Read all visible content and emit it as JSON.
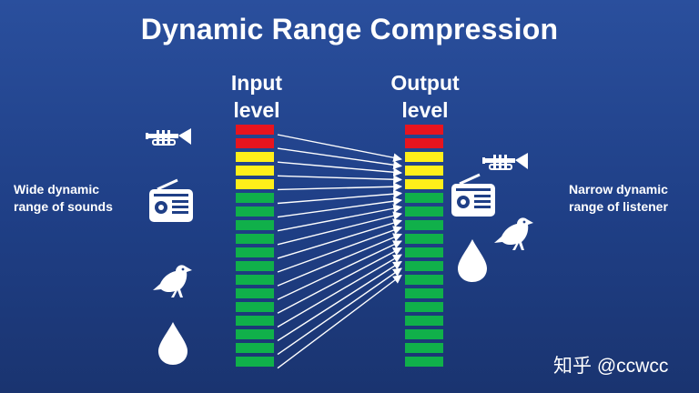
{
  "title": "Dynamic Range Compression",
  "input_label": [
    "Input",
    "level"
  ],
  "output_label": [
    "Output",
    "level"
  ],
  "left_label": [
    "Wide dynamic",
    "range of sounds"
  ],
  "right_label": [
    "Narrow dynamic",
    "range of listener"
  ],
  "watermark": "知乎 @ccwcc",
  "colors": {
    "red": "#e8141e",
    "yellow": "#ffef1a",
    "green": "#10b04a",
    "background": "#2a4f9d"
  },
  "input_meter": [
    "red",
    "red",
    "yellow",
    "yellow",
    "yellow",
    "green",
    "green",
    "green",
    "green",
    "green",
    "green",
    "green",
    "green",
    "green",
    "green",
    "green",
    "green",
    "green"
  ],
  "output_meter": [
    "red",
    "red",
    "yellow",
    "yellow",
    "yellow",
    "green",
    "green",
    "green",
    "green",
    "green",
    "green",
    "green",
    "green",
    "green",
    "green",
    "green",
    "green",
    "green"
  ],
  "sound_icons": [
    "trumpet-icon",
    "radio-icon",
    "bird-icon",
    "droplet-icon"
  ]
}
